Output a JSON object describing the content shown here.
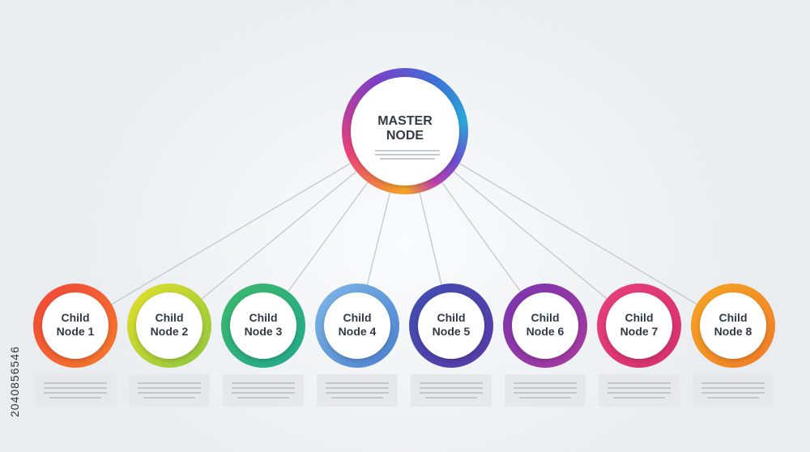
{
  "master": {
    "title_line1": "MASTER",
    "title_line2": "NODE",
    "gradient_colors": [
      "#2aa8d8",
      "#6a4fd0",
      "#c03fae",
      "#f5a623"
    ]
  },
  "children": [
    {
      "line1": "Child",
      "line2": "Node 1",
      "ring_from": "#f0443a",
      "ring_to": "#f57c2a"
    },
    {
      "line1": "Child",
      "line2": "Node 2",
      "ring_from": "#e5e02a",
      "ring_to": "#8cc63f"
    },
    {
      "line1": "Child",
      "line2": "Node 3",
      "ring_from": "#3db86a",
      "ring_to": "#22a98f"
    },
    {
      "line1": "Child",
      "line2": "Node 4",
      "ring_from": "#7fb8e8",
      "ring_to": "#4a7fcf"
    },
    {
      "line1": "Child",
      "line2": "Node 5",
      "ring_from": "#3e4fb0",
      "ring_to": "#5a3aa8"
    },
    {
      "line1": "Child",
      "line2": "Node 6",
      "ring_from": "#7a35b0",
      "ring_to": "#a83a9e"
    },
    {
      "line1": "Child",
      "line2": "Node 7",
      "ring_from": "#e8407a",
      "ring_to": "#d62f6e"
    },
    {
      "line1": "Child",
      "line2": "Node 8",
      "ring_from": "#f5a623",
      "ring_to": "#f07a2a"
    }
  ],
  "watermark": {
    "stock_id": "2040856546"
  },
  "colors": {
    "connector": "#c6cbd2",
    "text": "#333a47",
    "background": "#edf0f3"
  }
}
